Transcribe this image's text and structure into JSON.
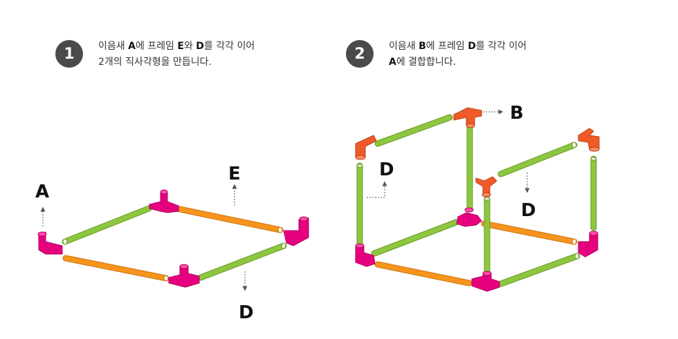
{
  "steps": [
    {
      "number": "1",
      "line1": [
        "이음새 ",
        "A",
        "에 프레임 ",
        "E",
        "와 ",
        "D",
        "를 각각 이어"
      ],
      "line2": [
        "2개의 직사각형을 만듭니다."
      ]
    },
    {
      "number": "2",
      "line1": [
        "이음새 ",
        "B",
        "에 프레임 ",
        "D",
        "를 각각 이어"
      ],
      "line2": [
        "A",
        "에 결합합니다."
      ]
    }
  ],
  "labels": {
    "left_A": "A",
    "left_E": "E",
    "left_D": "D",
    "right_B": "B",
    "right_D_left": "D",
    "right_D_mid": "D"
  },
  "colors": {
    "joint_A": "#e6007e",
    "joint_B": "#f05a28",
    "frame_E": "#f7941d",
    "frame_D": "#8dc63f",
    "step_circle": "#4a4a4a"
  }
}
